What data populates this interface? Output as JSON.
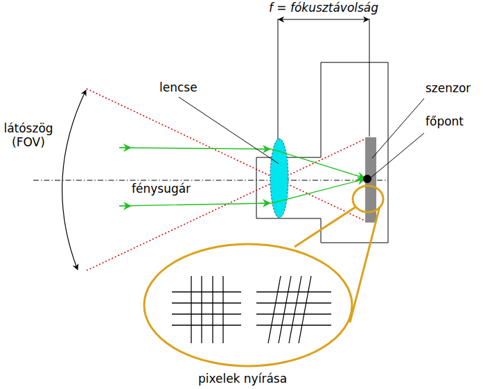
{
  "diagram": {
    "labels": [
      "f = fókusztávolság",
      "lencse",
      "szenzor",
      "főpont",
      "látószög (FOV)",
      "fénysugár",
      "pixelek nyírása"
    ]
  }
}
